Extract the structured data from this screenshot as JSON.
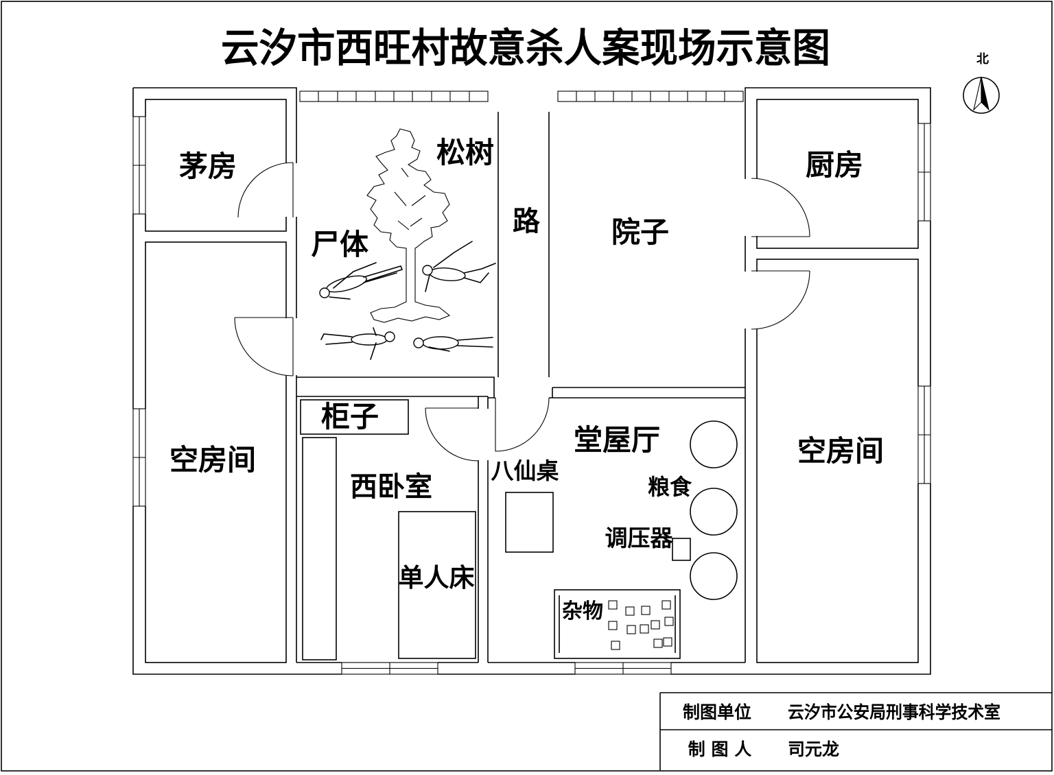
{
  "title": "云汐市西旺村故意杀人案现场示意图",
  "compass": {
    "label": "北",
    "icon": "north-arrow-icon"
  },
  "labels": {
    "latrine": "茅房",
    "pine_tree": "松树",
    "road": "路",
    "courtyard": "院子",
    "kitchen": "厨房",
    "bodies": "尸体",
    "empty_room_west": "空房间",
    "cabinet": "柜子",
    "west_bedroom": "西卧室",
    "single_bed": "单人床",
    "eight_immortals_table": "八仙桌",
    "main_hall": "堂屋厅",
    "grain": "粮食",
    "voltage_regulator": "调压器",
    "sundries": "杂物",
    "empty_room_east": "空房间"
  },
  "credits": {
    "unit_label": "制图单位",
    "unit_value": "云汐市公安局刑事科学技术室",
    "author_label": "制 图 人",
    "author_value": "司元龙"
  },
  "colors": {
    "ink": "#000000",
    "paper": "#ffffff"
  }
}
